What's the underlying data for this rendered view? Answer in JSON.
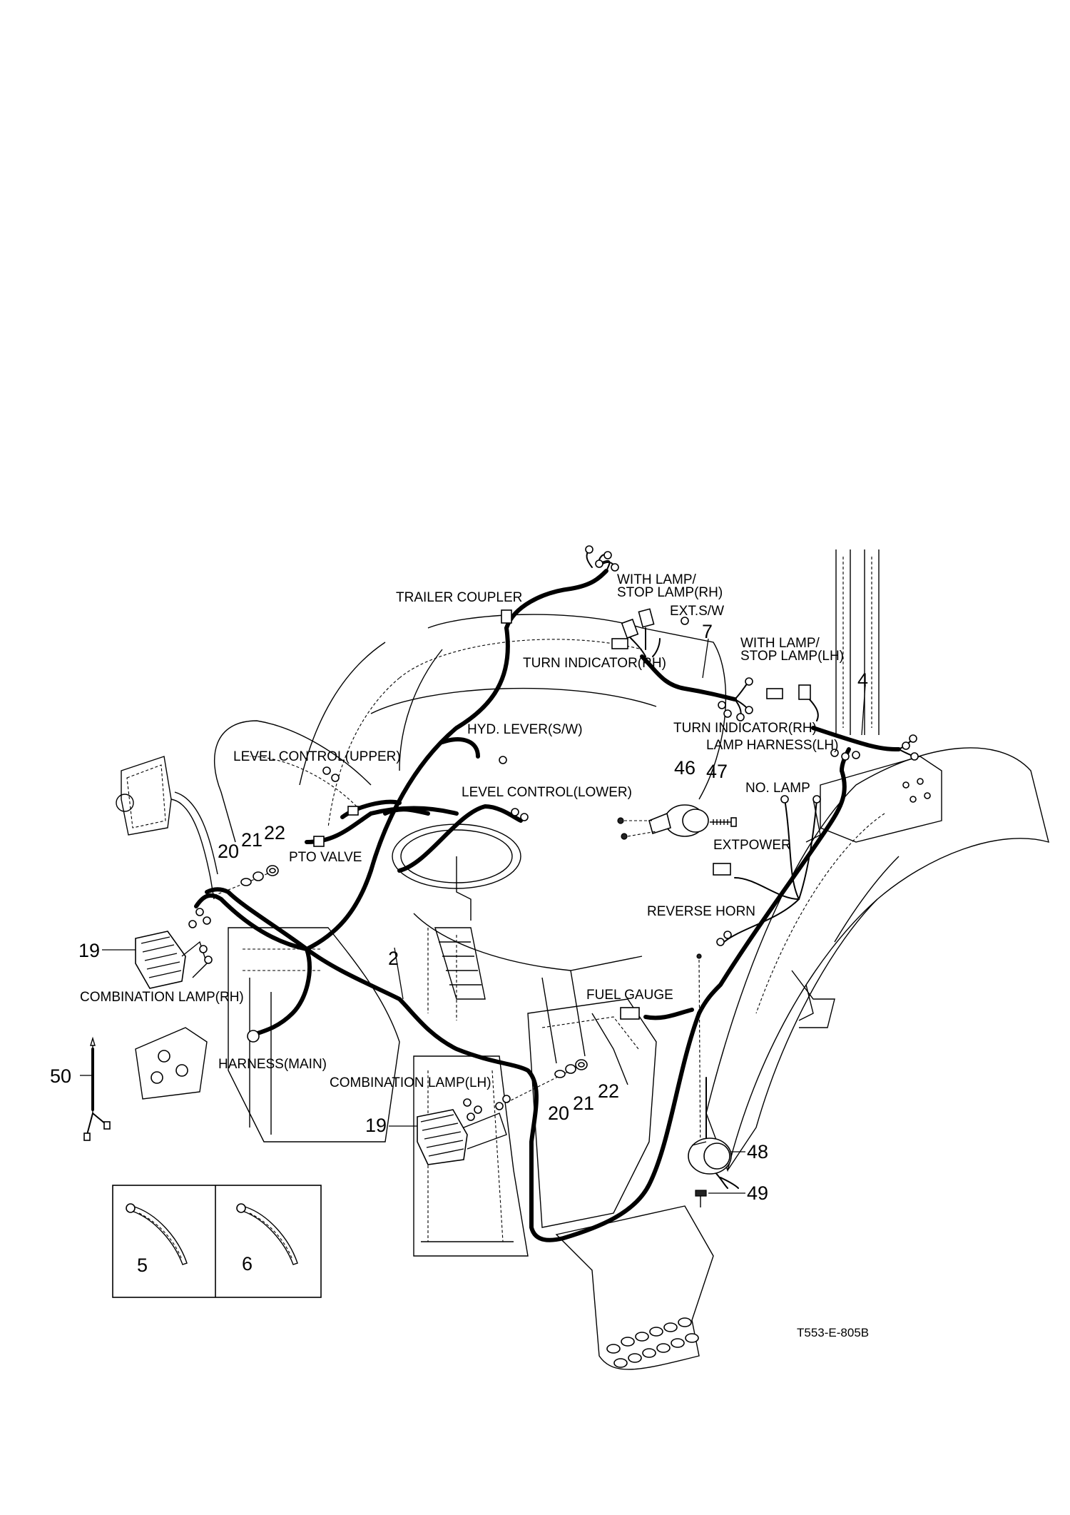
{
  "labels": {
    "trailer_coupler": "TRAILER COUPLER",
    "with_lamp_rh_1": "WITH LAMP/",
    "with_lamp_rh_2": "STOP LAMP(RH)",
    "ext_sw": "EXT.S/W",
    "turn_indicator_rh_upper": "TURN INDICATOR(RH)",
    "with_lamp_lh_1": "WITH LAMP/",
    "with_lamp_lh_2": "STOP LAMP(LH)",
    "hyd_lever": "HYD. LEVER(S/W)",
    "turn_indicator_rh_lower": "TURN INDICATOR(RH)",
    "lamp_harness_lh": "LAMP HARNESS(LH)",
    "level_control_upper": "LEVEL CONTROL(UPPER)",
    "level_control_lower": "LEVEL CONTROL(LOWER)",
    "no_lamp": "NO. LAMP",
    "pto_valve": "PTO VALVE",
    "extpower": "EXTPOWER",
    "reverse_horn": "REVERSE HORN",
    "combination_lamp_rh": "COMBINATION LAMP(RH)",
    "fuel_gauge": "FUEL GAUGE",
    "harness_main": "HARNESS(MAIN)",
    "combination_lamp_lh": "COMBINATION LAMP(LH)"
  },
  "callouts": {
    "p2": "2",
    "p4": "4",
    "p5": "5",
    "p6": "6",
    "p7": "7",
    "p19a": "19",
    "p19b": "19",
    "p20a": "20",
    "p21a": "21",
    "p22a": "22",
    "p20b": "20",
    "p21b": "21",
    "p22b": "22",
    "p46": "46",
    "p47": "47",
    "p48": "48",
    "p49": "49",
    "p50": "50"
  },
  "drawing_code": "T553-E-805B"
}
